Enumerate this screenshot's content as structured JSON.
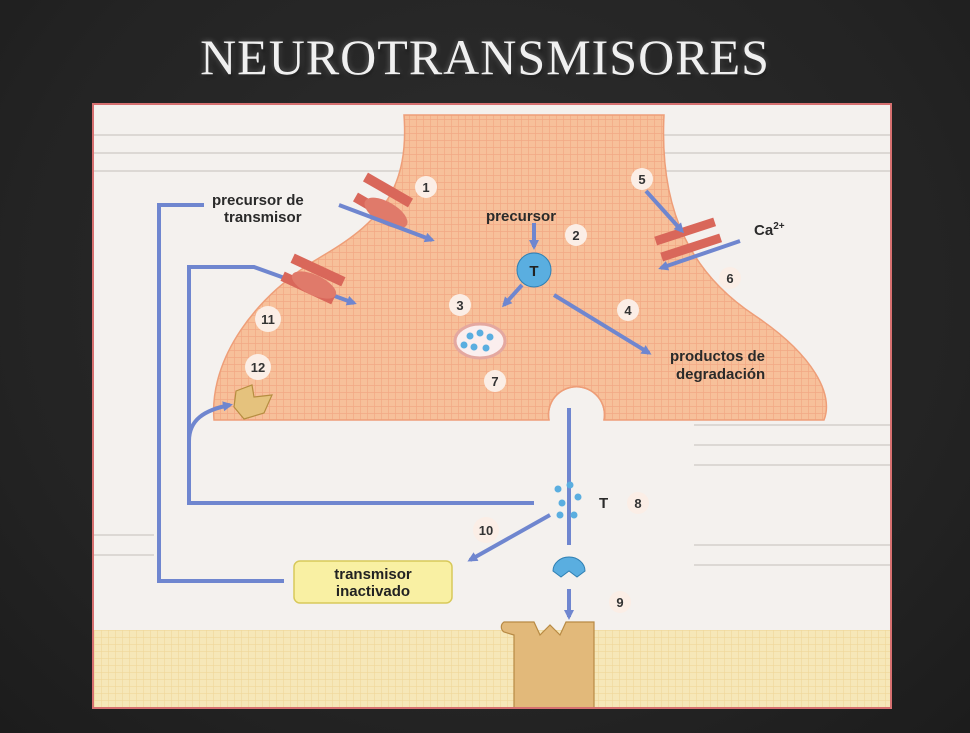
{
  "title": "NEUROTRANSMISORES",
  "diagram": {
    "labels": {
      "precursor_transmisor_line1": "precursor de",
      "precursor_transmisor_line2": "transmisor",
      "precursor": "precursor",
      "calcium": "Ca",
      "calcium_sup": "2+",
      "productos_line1": "productos de",
      "productos_line2": "degradación",
      "transmisor_inact_line1": "transmisor",
      "transmisor_inact_line2": "inactivado",
      "transmitter_symbol": "T",
      "cleft_transmitter": "T"
    },
    "steps": [
      "1",
      "2",
      "3",
      "4",
      "5",
      "6",
      "7",
      "8",
      "9",
      "10",
      "11",
      "12"
    ]
  }
}
